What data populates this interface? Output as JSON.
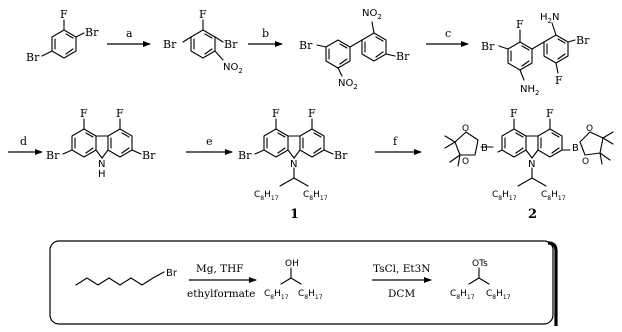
{
  "atoms": {
    "F": "F",
    "Br": "Br",
    "NO2": "NO",
    "NO2_sub": "2",
    "NH2": "NH",
    "NH2_sub": "2",
    "H2N": "H",
    "H2N_sub": "2",
    "H2N_N": "N",
    "NH": "N",
    "H": "H",
    "N": "N",
    "B": "B",
    "O": "O",
    "OH": "OH",
    "OTs": "OTs",
    "alkyl_C": "C",
    "alkyl_C_sub": "8",
    "alkyl_H": "H",
    "alkyl_H_sub": "17"
  },
  "step_labels": [
    "a",
    "b",
    "c",
    "d",
    "e",
    "f"
  ],
  "compound_labels": [
    "1",
    "2"
  ],
  "side_reaction": {
    "reagent_1_top": "Mg, THF",
    "reagent_1_bottom": "ethylformate",
    "reagent_2_top": "TsCl, Et3N",
    "reagent_2_bottom": "DCM"
  }
}
